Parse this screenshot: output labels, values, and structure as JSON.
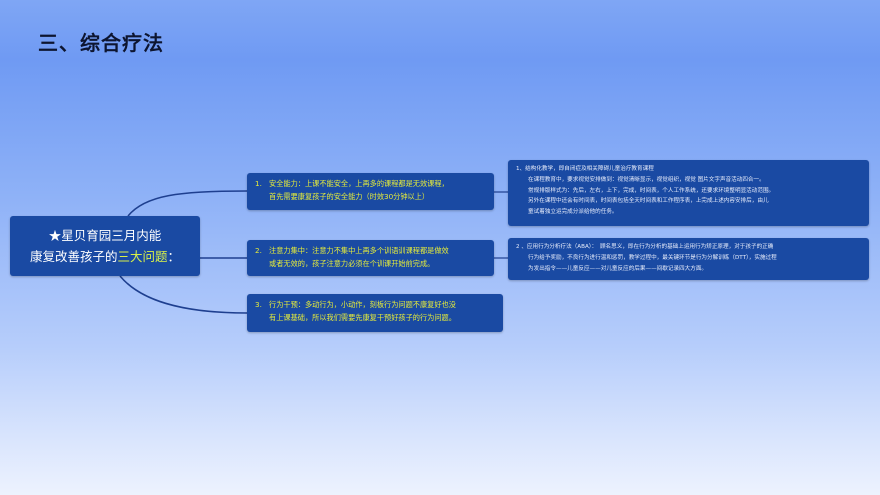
{
  "page": {
    "title": "三、综合疗法"
  },
  "colors": {
    "box_fill": "#1a4aa3",
    "branch_text": "#e6ec3a",
    "root_highlight": "#d8f04a",
    "connector": "#1e3f8f"
  },
  "mindmap": {
    "root": {
      "line1": "★星贝育园三月内能",
      "line2_prefix": "康复改善孩子的",
      "line2_highlight": "三大问题",
      "line2_suffix": "："
    },
    "branches": [
      {
        "number": "1.",
        "line1": "安全能力：上课不能安全，上再多的课程都是无效课程，",
        "line2": "首先需要康复孩子的安全能力（时效30分钟以上）"
      },
      {
        "number": "2.",
        "line1": "注意力集中：注意力不集中上再多个训语训课程都是做效",
        "line2": "或者无效的，孩子注意力必须在个训课开始前完成。"
      },
      {
        "number": "3.",
        "line1": "行为干预：多动行为，小动作，刻板行为问题不康复好也没",
        "line2": "有上课基础，所以我们需要先康复干预好孩子的行为问题。"
      }
    ],
    "details": [
      {
        "lines": [
          "1、结构化教学，即自闭症及相关障碍儿童治疗教育课程",
          "在课程教育中，要求视觉安排做到：视觉清晰显示，视觉组织，视觉 图片文字声音活动四合一。",
          "常规排版样式为：先后，左右，上下，完成，时间表，个人工作系统，还要求环境整明显活动范围。",
          "另外在课程中还会有时间表，时间表包括全天时间表和工作程序表，上完成上述内容安排后，由儿",
          "童试着独立运完成分派给他的任务。"
        ]
      },
      {
        "lines": [
          "2 、应用行为分析疗法（ABA）：　顾名思义，即在行为分析的基础上运用行为矫正原理，对于孩子的正确",
          "行为给予奖励，不良行为进行温和惩罚，教学过程中，最关键环节是行为分解训练（DTT），实施过程",
          "为发出指令——儿童反应——对儿童反应的后果——间歇记录四大方面。"
        ]
      }
    ]
  }
}
